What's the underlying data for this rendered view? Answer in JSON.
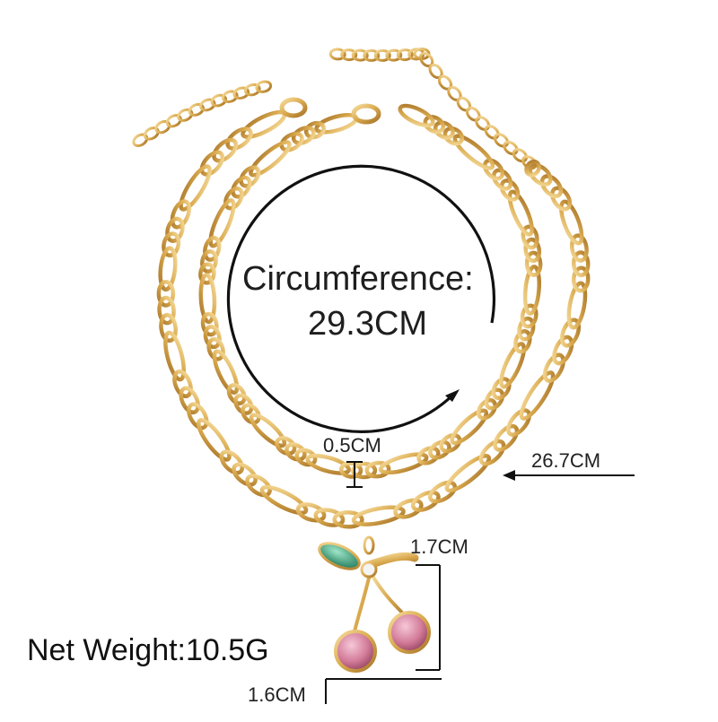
{
  "labels": {
    "circumference_title": "Circumference:",
    "circumference_value": "29.3CM",
    "chain_width": "0.5CM",
    "inner_length": "26.7CM",
    "pendant_height": "1.7CM",
    "pendant_width": "1.6CM",
    "net_weight": "Net Weight:10.5G"
  },
  "colors": {
    "gold": "#d9a94e",
    "gold_light": "#f3d48f",
    "gold_dark": "#a8762b",
    "pink_gem": "#d98aa6",
    "green_gem": "#2f9f7a",
    "ink": "#111111"
  }
}
